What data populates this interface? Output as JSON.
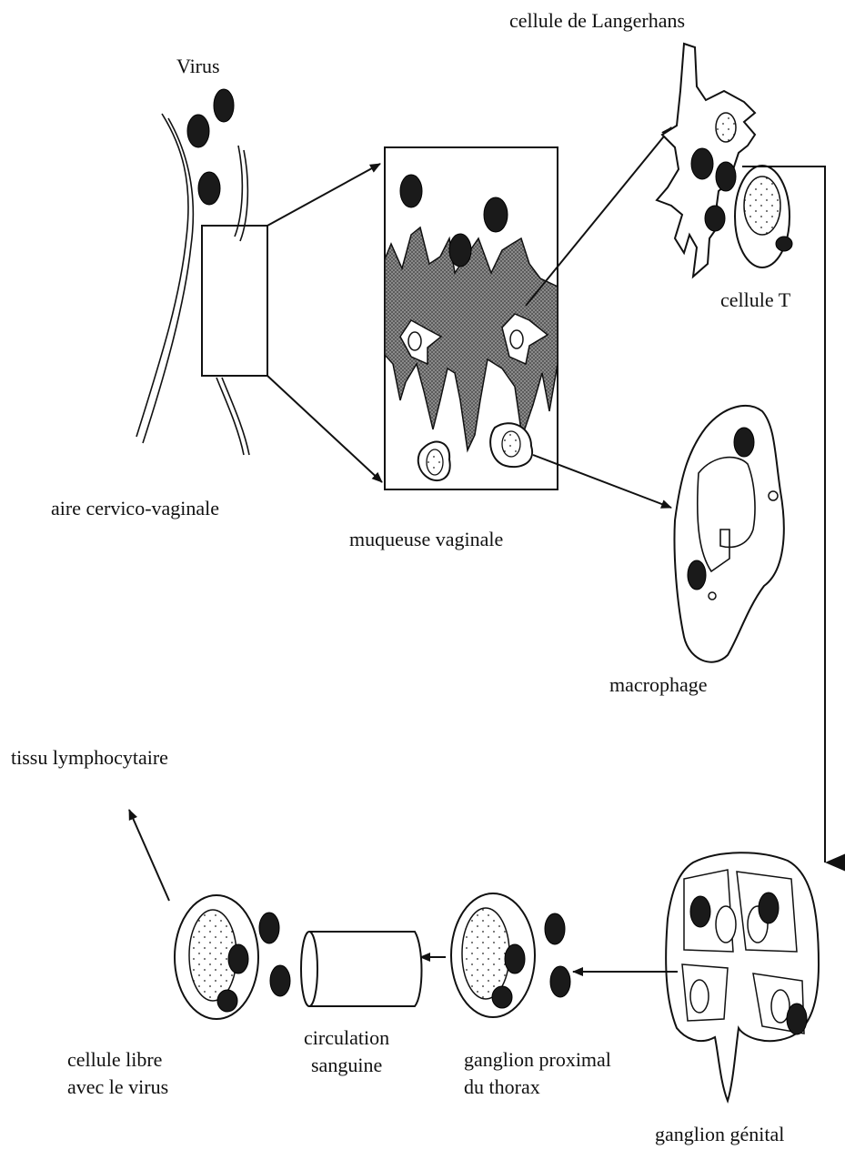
{
  "labels": {
    "virus": "Virus",
    "aire": "aire cervico-vaginale",
    "muqueuse": "muqueuse vaginale",
    "langerhans": "cellule de Langerhans",
    "cellule_t": "cellule T",
    "macrophage": "macrophage",
    "tissu": "tissu lymphocytaire",
    "ganglion_genital": "ganglion génital",
    "ganglion_proximal": [
      "ganglion proximal",
      "du thorax"
    ],
    "circulation": [
      "circulation",
      "sanguine"
    ],
    "cellule_libre": [
      "cellule libre",
      "avec le virus"
    ]
  },
  "colors": {
    "ink": "#111111",
    "virus": "#1a1a1a",
    "tissue": "#6e6e6e",
    "background": "#ffffff"
  }
}
